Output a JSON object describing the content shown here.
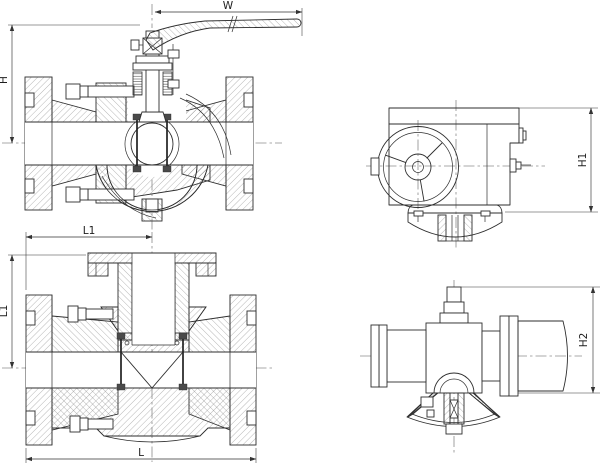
{
  "drawing": {
    "background": "#ffffff",
    "line_color": "#2e2e2e",
    "labels": {
      "w": "W",
      "h": "H",
      "h1": "H1",
      "l1_top": "L1",
      "l1_left": "L1",
      "l": "L",
      "h2": "H2"
    }
  }
}
